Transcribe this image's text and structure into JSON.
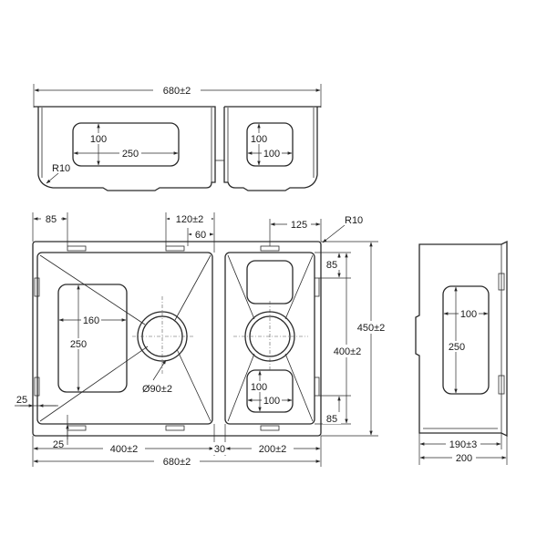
{
  "front_view": {
    "overall_width": "680±2",
    "radius": "R10",
    "large_opening": {
      "height": "100",
      "width": "250"
    },
    "small_opening": {
      "height": "100",
      "width": "100"
    }
  },
  "plan_view": {
    "left_clip_offset": "85",
    "clip_spacing": "120±2",
    "clip_to_divider": "60",
    "right_clip_offset": "125",
    "corner_radius": "R10",
    "right_top_offset": "85",
    "right_bottom_offset": "85",
    "overall_depth": "450±2",
    "bowl_depth": "400±2",
    "left_opening": {
      "width": "160",
      "height": "250"
    },
    "drain_diameter": "Ø90±2",
    "right_opening": {
      "height": "100",
      "width": "100"
    },
    "left_edge_offset": "25",
    "bottom_edge_offset": "25",
    "large_bowl_width": "400±2",
    "divider_width": "30",
    "small_bowl_width": "200±2",
    "overall_width": "680±2"
  },
  "side_view": {
    "opening_width": "100",
    "opening_height": "250",
    "bowl_depth": "190±3",
    "overall_depth": "200"
  }
}
